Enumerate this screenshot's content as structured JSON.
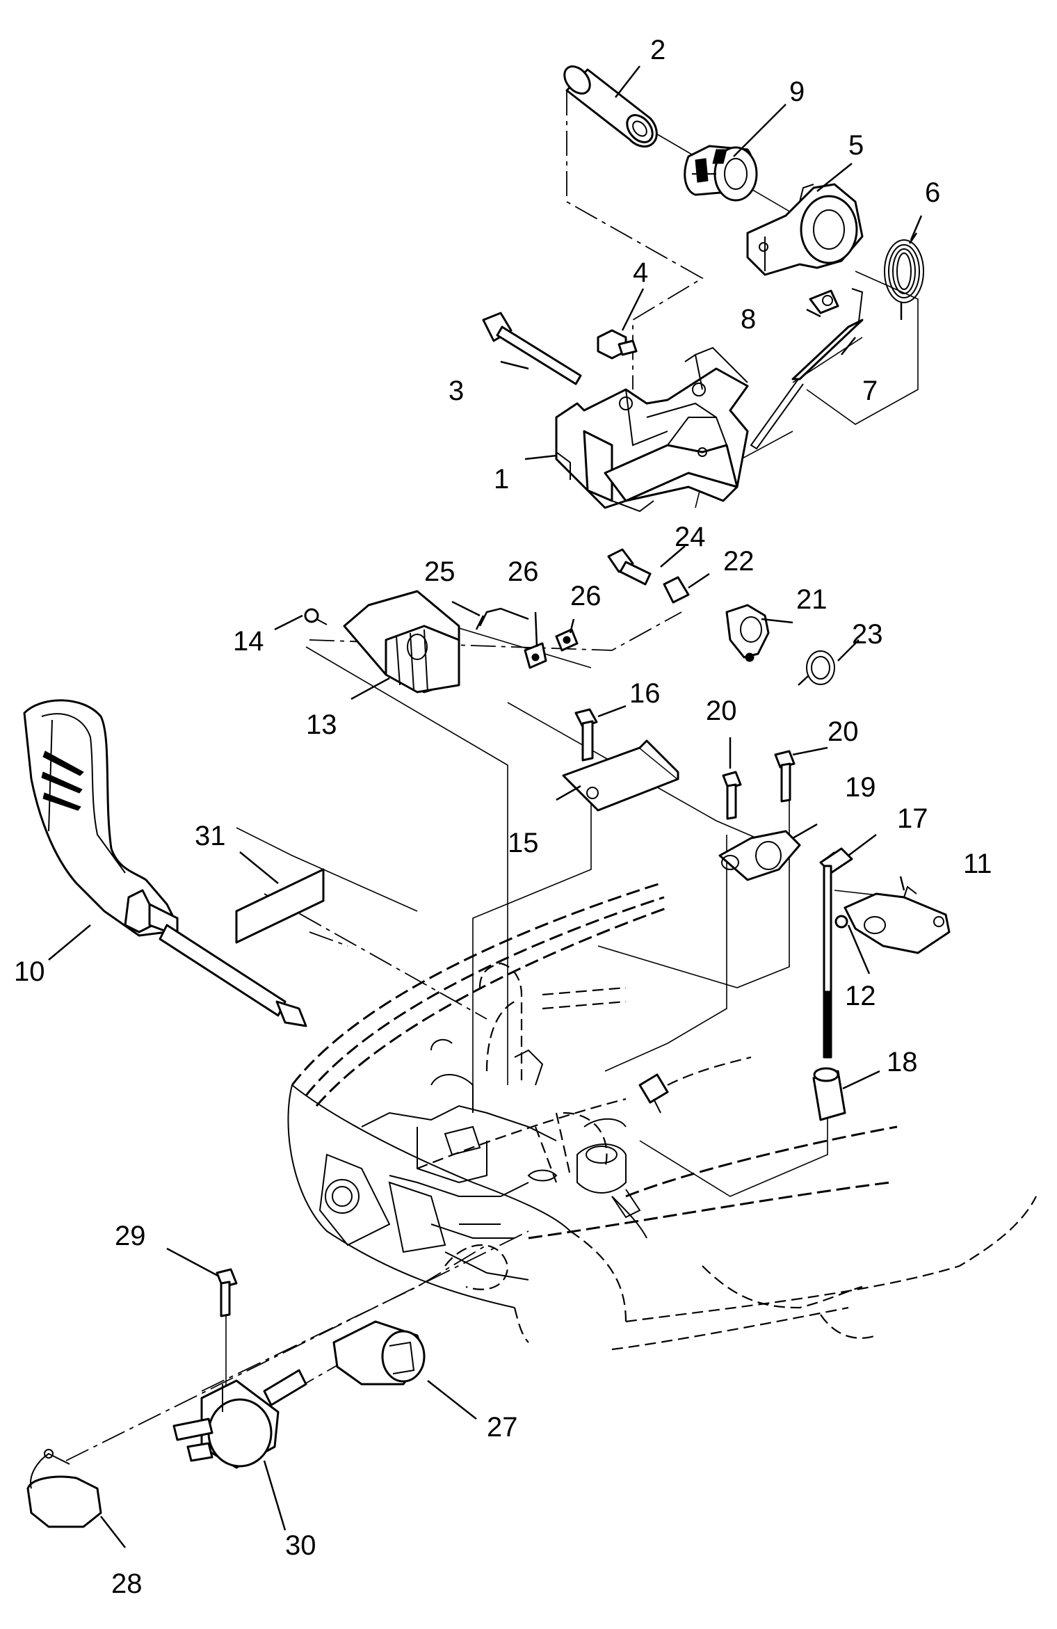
{
  "callouts": [
    {
      "id": "1",
      "text": "1"
    },
    {
      "id": "2",
      "text": "2"
    },
    {
      "id": "3",
      "text": "3"
    },
    {
      "id": "4",
      "text": "4"
    },
    {
      "id": "5",
      "text": "5"
    },
    {
      "id": "6",
      "text": "6"
    },
    {
      "id": "7",
      "text": "7"
    },
    {
      "id": "8",
      "text": "8"
    },
    {
      "id": "9",
      "text": "9"
    },
    {
      "id": "10",
      "text": "10"
    },
    {
      "id": "11",
      "text": "11"
    },
    {
      "id": "12",
      "text": "12"
    },
    {
      "id": "13",
      "text": "13"
    },
    {
      "id": "14",
      "text": "14"
    },
    {
      "id": "15",
      "text": "15"
    },
    {
      "id": "16",
      "text": "16"
    },
    {
      "id": "17",
      "text": "17"
    },
    {
      "id": "18",
      "text": "18"
    },
    {
      "id": "19",
      "text": "19"
    },
    {
      "id": "20a",
      "text": "20"
    },
    {
      "id": "20b",
      "text": "20"
    },
    {
      "id": "21",
      "text": "21"
    },
    {
      "id": "22",
      "text": "22"
    },
    {
      "id": "23",
      "text": "23"
    },
    {
      "id": "24",
      "text": "24"
    },
    {
      "id": "25",
      "text": "25"
    },
    {
      "id": "26a",
      "text": "26"
    },
    {
      "id": "26b",
      "text": "26"
    },
    {
      "id": "27",
      "text": "27"
    },
    {
      "id": "28",
      "text": "28"
    },
    {
      "id": "29",
      "text": "29"
    },
    {
      "id": "30",
      "text": "30"
    },
    {
      "id": "31",
      "text": "31"
    }
  ]
}
